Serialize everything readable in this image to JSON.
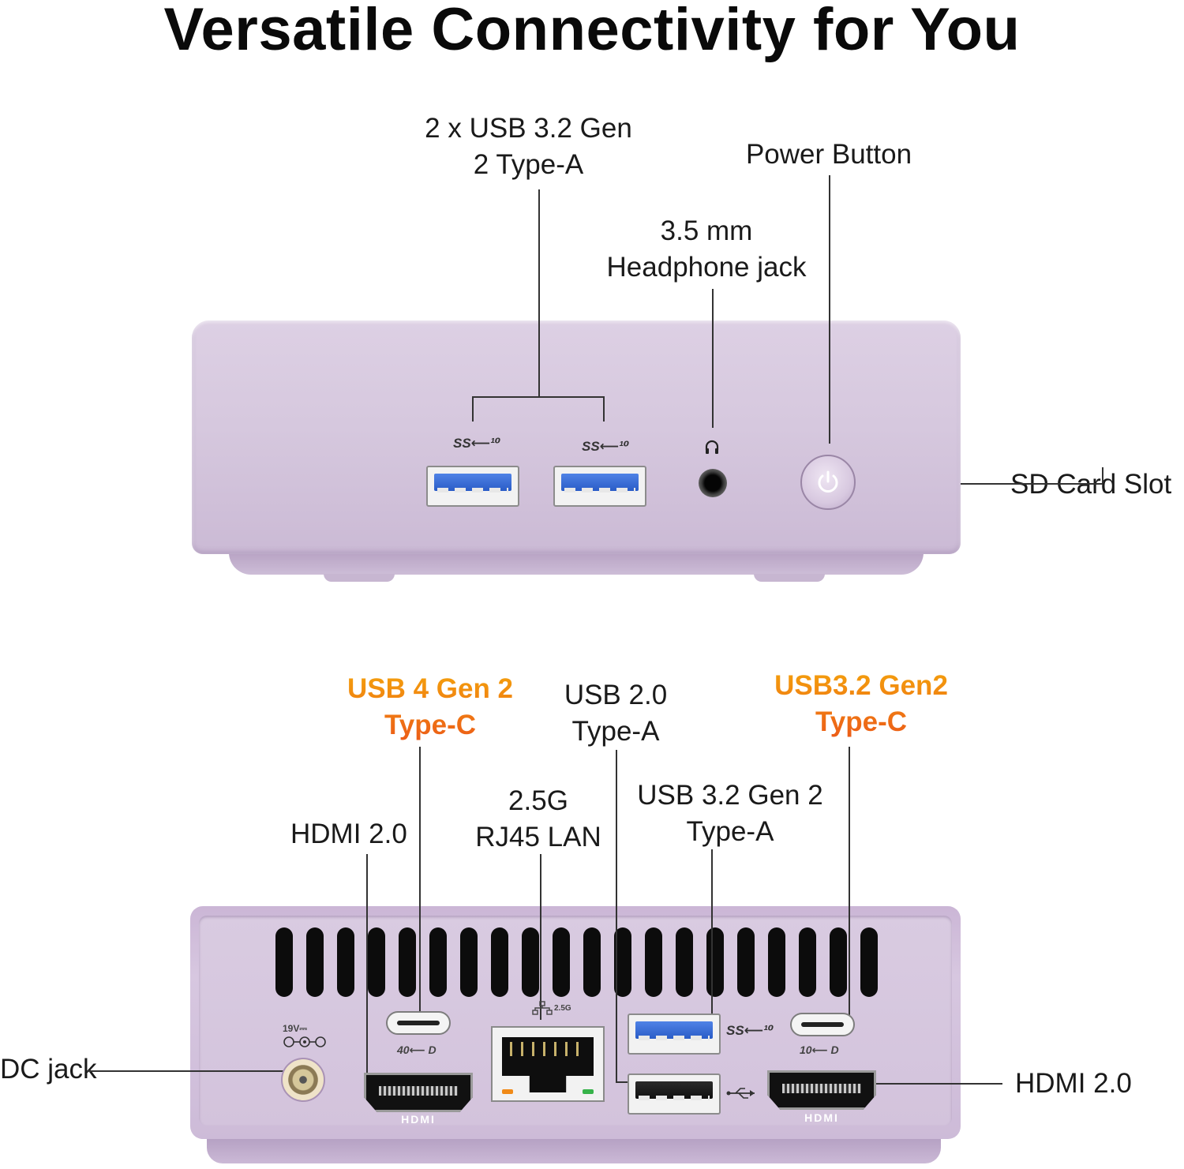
{
  "title": "Versatile Connectivity for You",
  "front": {
    "labels": {
      "usb32_line1": "2 x USB 3.2 Gen",
      "usb32_line2": "2 Type-A",
      "power_button": "Power Button",
      "headphone_line1": "3.5 mm",
      "headphone_line2": "Headphone jack",
      "sd_card": "SD Card Slot"
    },
    "icons": [
      "usb-ss10-icon",
      "usb-ss10-icon",
      "headphone-icon",
      "power-icon"
    ],
    "port_marks": {
      "usb1": "SS⟵¹⁰",
      "usb2": "SS⟵¹⁰",
      "headphone": "∩"
    }
  },
  "rear": {
    "labels": {
      "usb4_line1": "USB 4 Gen 2",
      "usb4_line2": "Type-C",
      "usb20_line1": "USB 2.0",
      "usb20_line2": "Type-A",
      "usb32c_line1": "USB3.2 Gen2",
      "usb32c_line2": "Type-C",
      "lan_line1": "2.5G",
      "lan_line2": "RJ45 LAN",
      "usb32a_line1": "USB 3.2 Gen 2",
      "usb32a_line2": "Type-A",
      "hdmi_left": "HDMI 2.0",
      "hdmi_right": "HDMI 2.0",
      "dc_jack": "DC jack"
    },
    "port_marks": {
      "dc_voltage": "19V⎓",
      "lan_speed": "2.5G",
      "usbc_left": "40⟵ D",
      "usbc_right": "10⟵ D",
      "usb32a": "SS⟵¹⁰",
      "hdmi_logo": "HDMI"
    }
  },
  "colors": {
    "accent_orange_top": "#f4a20c",
    "accent_orange_bottom": "#ec5a18",
    "device_lavender": "#d6c8de",
    "usb3_blue": "#2a5cc7"
  }
}
